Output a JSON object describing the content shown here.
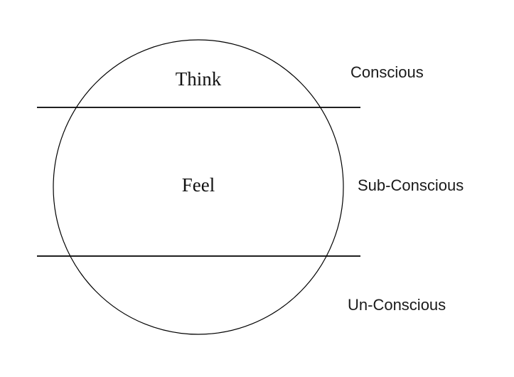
{
  "diagram": {
    "inner_labels": {
      "top": "Think",
      "middle": "Feel"
    },
    "level_labels": {
      "top": "Conscious",
      "middle": "Sub-Conscious",
      "bottom": "Un-Conscious"
    },
    "stroke_color": "#000000"
  }
}
